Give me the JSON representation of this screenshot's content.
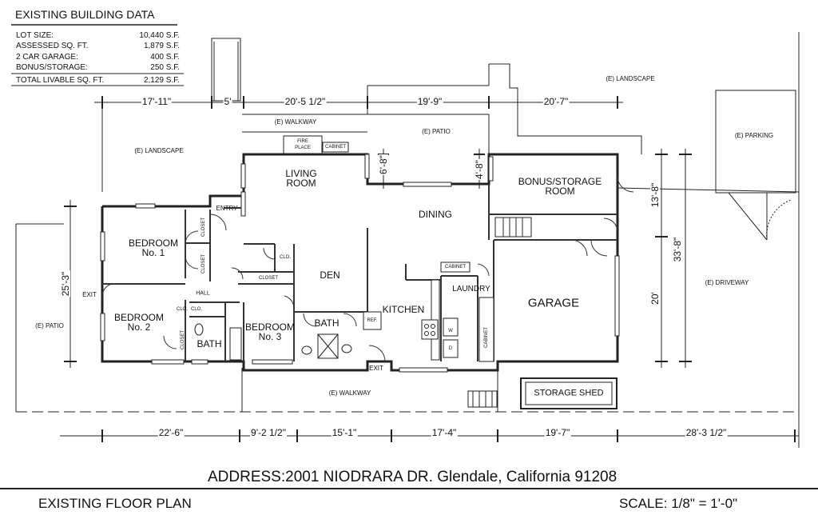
{
  "building_data": {
    "title": "EXISTING BUILDING DATA",
    "rows": [
      {
        "label": "LOT SIZE:",
        "value": "10,440 S.F."
      },
      {
        "label": "ASSESSED SQ. FT.",
        "value": "1,879 S.F."
      },
      {
        "label": "2 CAR GARAGE:",
        "value": "400 S.F."
      },
      {
        "label": "BONUS/STORAGE:",
        "value": "250 S.F."
      },
      {
        "label": "TOTAL LIVABLE SQ. FT.",
        "value": "2,129 S.F."
      }
    ]
  },
  "rooms": {
    "living_line1": "LIVING",
    "living_line2": "ROOM",
    "dining": "DINING",
    "bonus_line1": "BONUS/STORAGE",
    "bonus_line2": "ROOM",
    "bedroom1_line1": "BEDROOM",
    "bedroom1_line2": "No. 1",
    "bedroom2_line1": "BEDROOM",
    "bedroom2_line2": "No. 2",
    "bedroom3_line1": "BEDROOM",
    "bedroom3_line2": "No. 3",
    "den": "DEN",
    "kitchen": "KITCHEN",
    "laundry": "LAUNDRY",
    "garage": "GARAGE",
    "bath1": "BATH",
    "bath2": "BATH",
    "entry": "ENTRY",
    "hall": "HALL",
    "storage_shed": "STORAGE SHED"
  },
  "fixtures": {
    "fireplace_line1": "FIRE",
    "fireplace_line2": "PLACE",
    "cabinet": "CABINET",
    "closet": "CLOSET",
    "clo": "CLO.",
    "ref": "REF.",
    "washer": "W",
    "dryer": "D",
    "exit": "EXIT"
  },
  "site_labels": {
    "landscape_left": "(E) LANDSCAPE",
    "landscape_top": "(E) LANDSCAPE",
    "walkway_top": "(E) WALKWAY",
    "walkway_bottom": "(E) WALKWAY",
    "patio_top": "(E) PATIO",
    "patio_left": "(E) PATIO",
    "parking": "(E) PARKING",
    "driveway": "(E) DRIVEWAY"
  },
  "dimensions": {
    "top": [
      "17'-11\"",
      "5'",
      "20'-5 1/2\"",
      "19'-9\"",
      "20'-7\""
    ],
    "bottom": [
      "22'-6\"",
      "9'-2 1/2\"",
      "15'-1\"",
      "17'-4\"",
      "19'-7\"",
      "28'-3 1/2\""
    ],
    "left": "25'-3\"",
    "patio_a": "6'-8\"",
    "patio_b": "4'-8\"",
    "right_a": "13'-8\"",
    "right_b": "20'",
    "right_total": "33'-8\""
  },
  "footer": {
    "address": "ADDRESS:2001 NIODRARA DR. Glendale, California 91208",
    "sheet_title": "EXISTING FLOOR PLAN",
    "scale": "SCALE: 1/8\" = 1'-0\""
  }
}
